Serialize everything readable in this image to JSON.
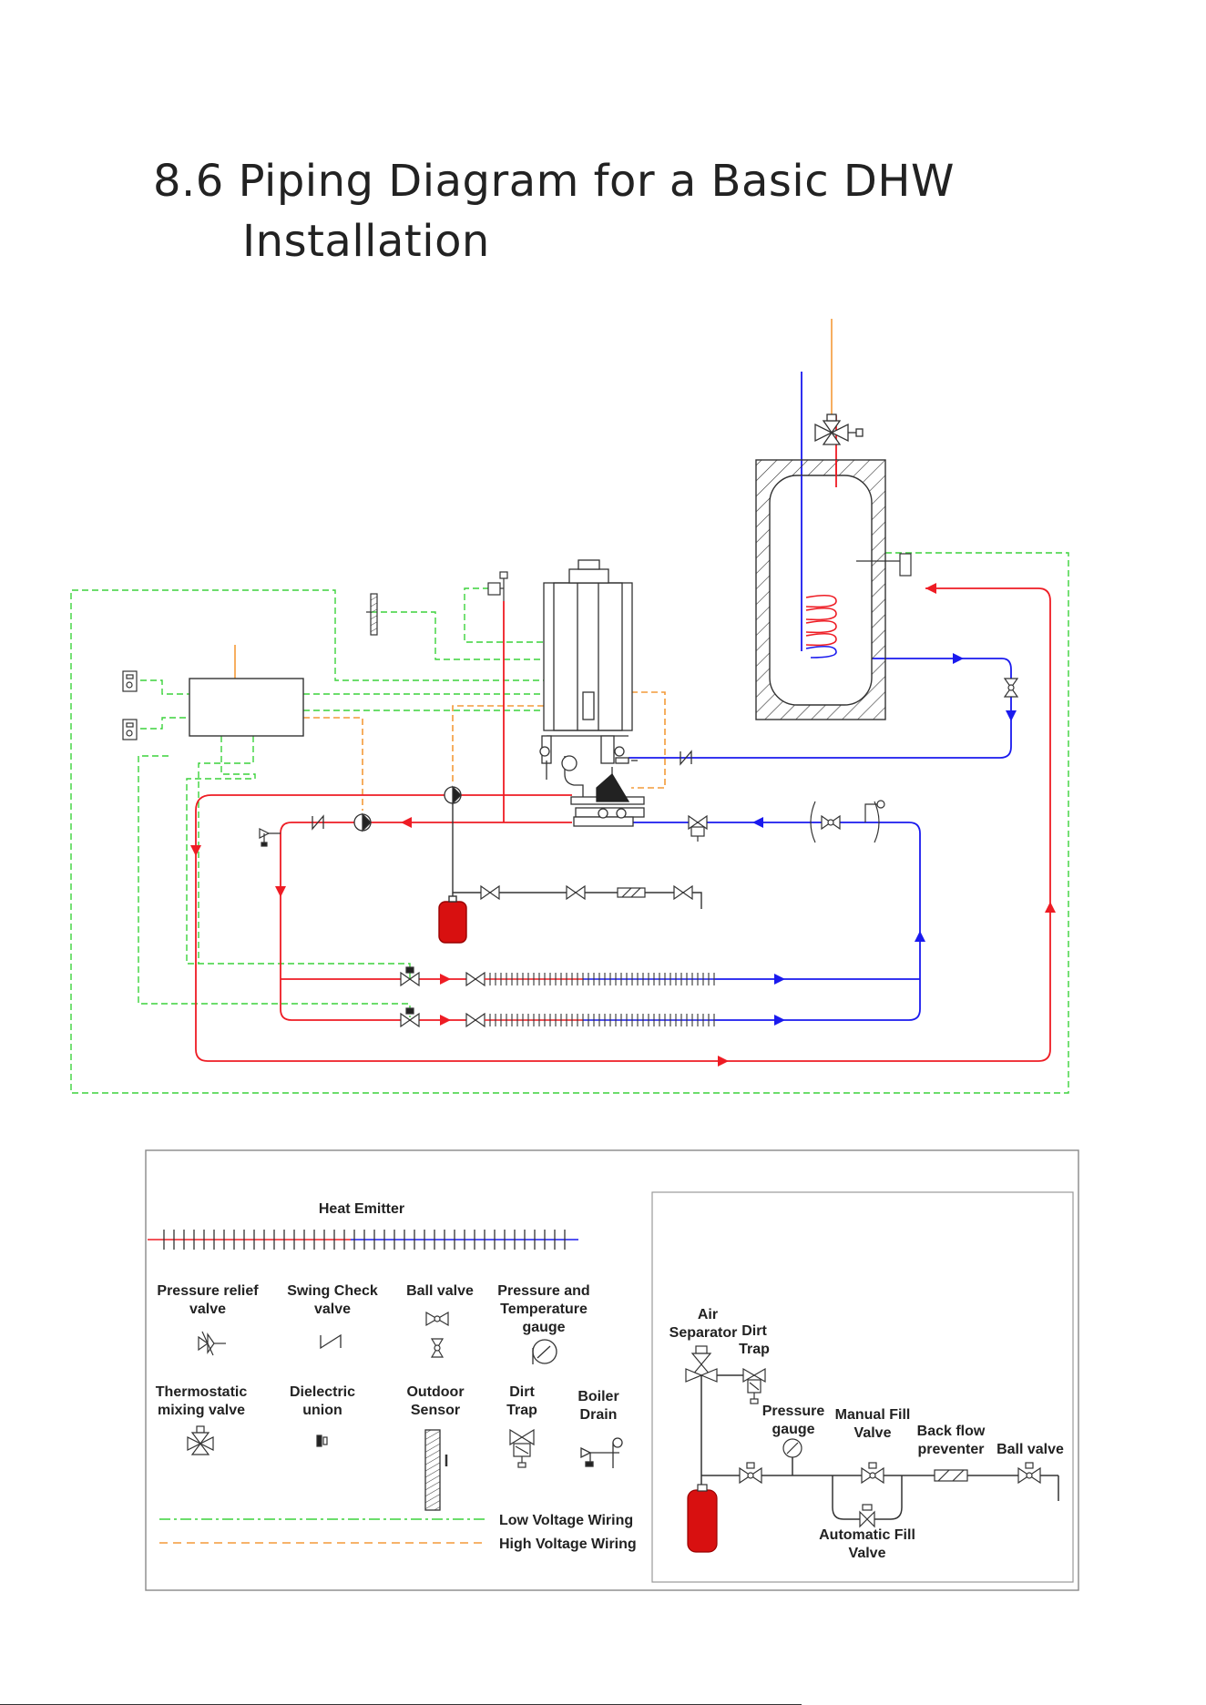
{
  "page": {
    "title_line1": "8.6 Piping Diagram for a Basic DHW",
    "title_line2": "Installation"
  },
  "colors": {
    "supply": "#ee1c24",
    "return": "#1a1aee",
    "low_voltage": "#3bd23b",
    "high_voltage": "#f39a38",
    "tank": "#d81010",
    "line": "#222222"
  },
  "legend": {
    "heat_emitter": "Heat Emitter",
    "prv_l1": "Pressure relief",
    "prv_l2": "valve",
    "check_l1": "Swing Check",
    "check_l2": "valve",
    "ball": "Ball valve",
    "pt_l1": "Pressure and",
    "pt_l2": "Temperature",
    "pt_l3": "gauge",
    "tmv_l1": "Thermostatic",
    "tmv_l2": "mixing valve",
    "diel_l1": "Dielectric",
    "diel_l2": "union",
    "outdoor_l1": "Outdoor",
    "outdoor_l2": "Sensor",
    "dirt_l1": "Dirt",
    "dirt_l2": "Trap",
    "drain_l1": "Boiler",
    "drain_l2": "Drain",
    "low_voltage": "Low Voltage Wiring",
    "high_voltage": "High Voltage Wiring"
  },
  "detail": {
    "air_l1": "Air",
    "air_l2": "Separator",
    "dirt_l1": "Dirt",
    "dirt_l2": "Trap",
    "pgauge_l1": "Pressure",
    "pgauge_l2": "gauge",
    "mfill_l1": "Manual Fill",
    "mfill_l2": "Valve",
    "bfp_l1": "Back flow",
    "bfp_l2": "preventer",
    "ball": "Ball valve",
    "afill_l1": "Automatic Fill",
    "afill_l2": "Valve"
  }
}
